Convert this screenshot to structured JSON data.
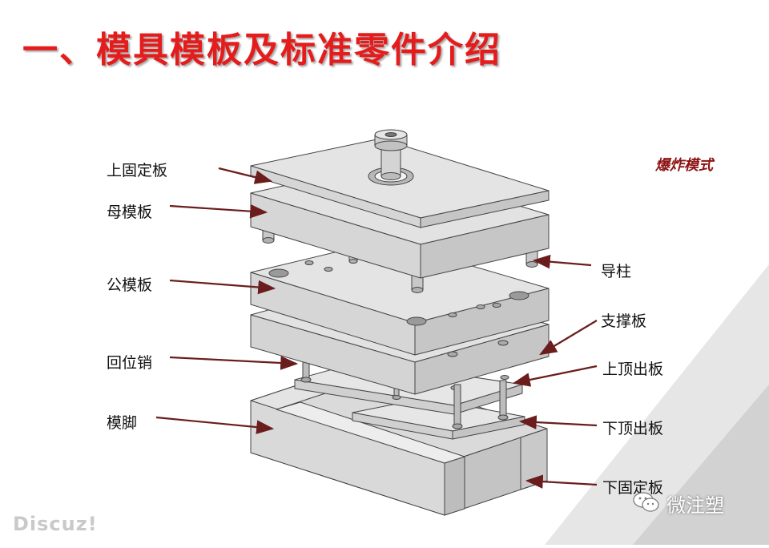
{
  "title": "一、模具模板及标准零件介绍",
  "exploded_view_label": "爆炸模式",
  "labels": {
    "upper_fixed_plate": "上固定板",
    "cavity_plate": "母模板",
    "core_plate": "公模板",
    "return_pin": "回位销",
    "mold_foot": "模脚",
    "guide_pillar": "导柱",
    "support_plate": "支撑板",
    "upper_ejector_plate": "上顶出板",
    "lower_ejector_plate": "下顶出板",
    "lower_fixed_plate": "下固定板"
  },
  "watermarks": {
    "discuz": "Discuz!",
    "wechat": "微注塑"
  },
  "colors": {
    "title": "#e41c1c",
    "exploded_label": "#8e1414",
    "plate_face": "#e0e0e0",
    "plate_side": "#c8c8c8",
    "outline": "#444444"
  }
}
